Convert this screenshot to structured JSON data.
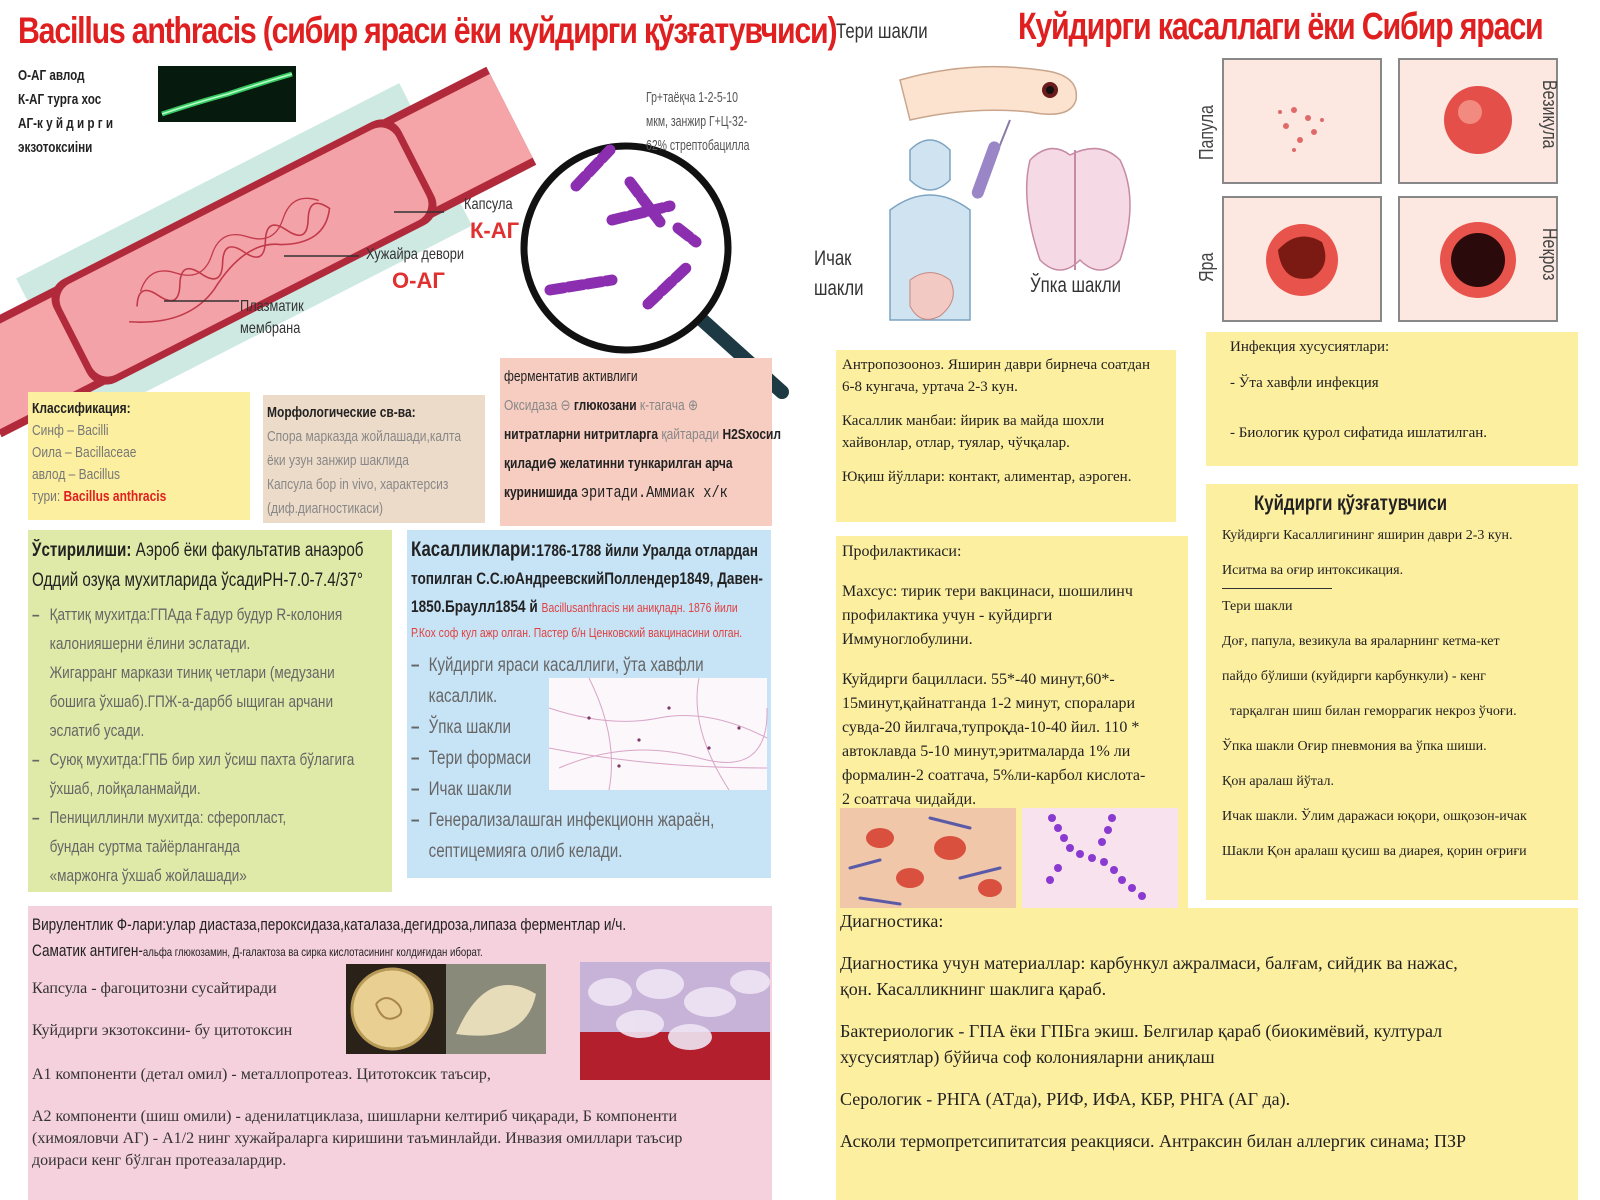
{
  "left": {
    "title": "Bacillus anthracis (сибир яраси ёки куйдирги қўзғатувчиси)",
    "side_lines": [
      "О-АГ авлод",
      "К-АГ турга хос",
      "АГ-к у й д и р г и",
      "экзотоксиіни"
    ],
    "labels": {
      "capsule": "Капсула",
      "capsule_ag": "К-АГ",
      "cell_wall": "Хужайра девори",
      "cell_wall_ag": "О-АГ",
      "membrane_1": "Плазматик",
      "membrane_2": "мембрана"
    },
    "gram_note": [
      "Гр+таёқча 1-2-5-10",
      "мкм, занжир Г+Ц-32-",
      "62% стрептобацилла"
    ],
    "classification": {
      "heading": "Классификация:",
      "lines": [
        "Синф – Bacilli",
        "Оила – Bacillaceae",
        "авлод – Bacillus"
      ],
      "type_label": "тури:",
      "type_value": "Bacillus anthracis"
    },
    "morphology": {
      "heading": "Морфологические св-ва:",
      "lines": [
        "Спора марказда жойлашади,калта",
        "ёки узун занжир шаклида",
        "Капсула бор in vivo, характерсиз",
        "(диф.диагностикаси)"
      ]
    },
    "fermentative": {
      "heading": "ферментатив активлиги",
      "l1a": "Оксидаза ⊖",
      "l1b": "глюкозани",
      "l1c": "к-тагача ⊕",
      "l2a": "нитратларни нитритларга",
      "l2b": "қайтаради",
      "l2c": "H2Sхосил",
      "l3a": "қилади⊖",
      "l3b": "желатинни тункарилган арча",
      "l4a": "куринишида",
      "l4b": "эритади.Аммиак х/к"
    },
    "cultivation": {
      "heading": "Ўстирилиши:",
      "heading_rest": "Аэроб ёки факультатив анаэроб",
      "line2": "Оддий озуқа мухитларида ўсадиPH-7.0-7.4/37°",
      "items": [
        [
          "Қаттиқ мухитда:ГПАда Ғадур будур R-колония",
          "калонияшерни ёлини эслатади.",
          "Жигарранг маркази тиниқ четлари (медузани",
          "бошига ўхшаб).ГПЖ-а-дарбб ыщиган арчани",
          "эслатиб усади."
        ],
        [
          "Суюқ мухитда:ГПБ бир хил ўсиш пахта бўлагига",
          "ўхшаб, лойқаланмайди."
        ],
        [
          "Пенициллинли мухитда: сферопласт,",
          "бундан суртма тайёрланганда",
          "«маржонга ўхшаб жойлашади»"
        ]
      ]
    },
    "diseases": {
      "heading": "Касалликлари:",
      "heading_rest": "1786-1788 йили Уралда отлардан",
      "lines": [
        "топилган С.С.юАндреевскийПоллендер1849, Давен-",
        "1850.Браулл1854 й"
      ],
      "red_1": "Bacillusanthracis ни аниқладн. 1876 йили",
      "red_2": "Р.Кох соф кул ажр олган. Пастер б/н Ценковский вакцинасини олган.",
      "items": [
        [
          "Куйдирги яраси касаллиги, ўта хавфли",
          "касаллик."
        ],
        [
          "Ўпка шакли"
        ],
        [
          "Тери формаси"
        ],
        [
          "Ичак шакли"
        ],
        [
          "Генерализалашган инфекционн жараён,",
          "септицемияга олиб келади."
        ]
      ]
    },
    "virulence": {
      "line1": "Вирулентлик Ф-лари:улар диастаза,пероксидаза,каталаза,дегидроза,липаза ферментлар и/ч.",
      "line2a": "Саматик антиген-",
      "line2b": "альфа глюкозамин, Д-галактоза ва сирка кислотасининг колдиғидан иборат.",
      "capsule": "Капсула - фагоцитозни сусайтиради",
      "exotoxin": "Куйдирги экзотоксини- бу цитотоксин",
      "a1": "А1 компоненти (детал омил) - металлопротеаз. Цитотоксик таъсир,",
      "a2_lines": [
        "А2 компоненти (шиш омили) - аденилатциклаза, шишларни келтириб чиқаради, Б компоненти",
        "(химояловчи АГ) - А1/2 нинг хужайраларга киришини таъминлайди. Инвазия омиллари таъсир",
        "доираси кенг бўлган протеазалардир."
      ]
    }
  },
  "right": {
    "title": "Куйдирги касаллаги ёки Сибир яраси",
    "skin_form": "Тери шакли",
    "intestinal_1": "Ичак",
    "intestinal_2": "шакли",
    "lung_form": "Ўпка шакли",
    "stages": [
      "Папула",
      "Везикула",
      "Яра",
      "Некроз"
    ],
    "epi": {
      "lines": [
        "Антропозооноз. Яширин даври бирнеча соатдан",
        "6-8 кунгача, уртача 2-3 кун."
      ],
      "source": [
        "Касаллик манбаи: йирик ва майда шохли",
        "хайвонлар, отлар, туялар, чўчқалар."
      ],
      "routes": "Юқиш йўллари: контакт, алиментар, аэроген."
    },
    "infection": {
      "heading": "Инфекция хусусиятлари:",
      "items": [
        "- Ўта хавфли инфекция",
        "- Биологик қурол сифатида ишлатилган."
      ]
    },
    "prophylaxis": {
      "heading": "Профилактикаси:",
      "special": [
        "Махсус: тирик тери вакцинаси, шошилинч",
        "профилактика учун - куйдирги",
        "Иммуноглобулини."
      ],
      "resistance": [
        "Куйдирги бациллаcи. 55*-40 минут,60*-",
        "15минут,қайнатганда 1-2 минут, споралари",
        "сувда-20 йилгача,тупроқда-10-40 йил. 110 *",
        "автоклавда 5-10 минут,эритмаларда 1% ли",
        "формалин-2 соатгача, 5%ли-карбол кислота-",
        "2 соатгача чидайди."
      ]
    },
    "pathogen": {
      "heading": "Куйдирги қўзғатувчиси",
      "lines": [
        "Куйдирги Касаллигининг яширин даври 2-3 кун.",
        "Иситма ва оғир интоксикация.",
        "Тери шакли",
        "Доғ, папула, везикула ва яраларнинг кетма-кет",
        "пайдо бўлиши (куйдирги карбункули) - кенг",
        "тарқалган шиш билан геморрагик некроз ўчоғи.",
        "Ўпка шакли Оғир пневмония ва ўпка шиши.",
        "Қон аралаш йўтал.",
        "Ичак шакли. Ўлим даражаси юқори, ошқозон-ичак",
        "Шакли Қон аралаш қусиш ва диарея, қорин оғриғи"
      ]
    },
    "diagnostics": {
      "heading": "Диагностика:",
      "lines": [
        [
          "Диагностика учун материаллар: карбункул ажралмаси, балғам, сийдик ва нажас,",
          "қон. Касалликнинг шаклига қараб."
        ],
        [
          "Бактериологик - ГПА ёки ГПБга экиш. Белгилар қараб (биокимёвий, културал",
          "хусусиятлар) бўйича соф колонияларни аниқлаш"
        ],
        [
          "Серологик - РНГА (АТда), РИФ, ИФА, КБР, РНГА (АГ да)."
        ],
        [
          "Асколи термопретсипитатсия реакцияси. Антраксин билан аллергик синама; ПЗР"
        ]
      ]
    }
  },
  "colors": {
    "title_red": "#e02020",
    "yellow_box": "#fdefa0",
    "green_box": "#dfeaa8",
    "beige_box": "#eddbc9",
    "salmon_box": "#f6cdc0",
    "blue_box": "#c7e3f6",
    "pink_box": "#f4d1dc",
    "rod_purple": "#8b2fb0"
  }
}
